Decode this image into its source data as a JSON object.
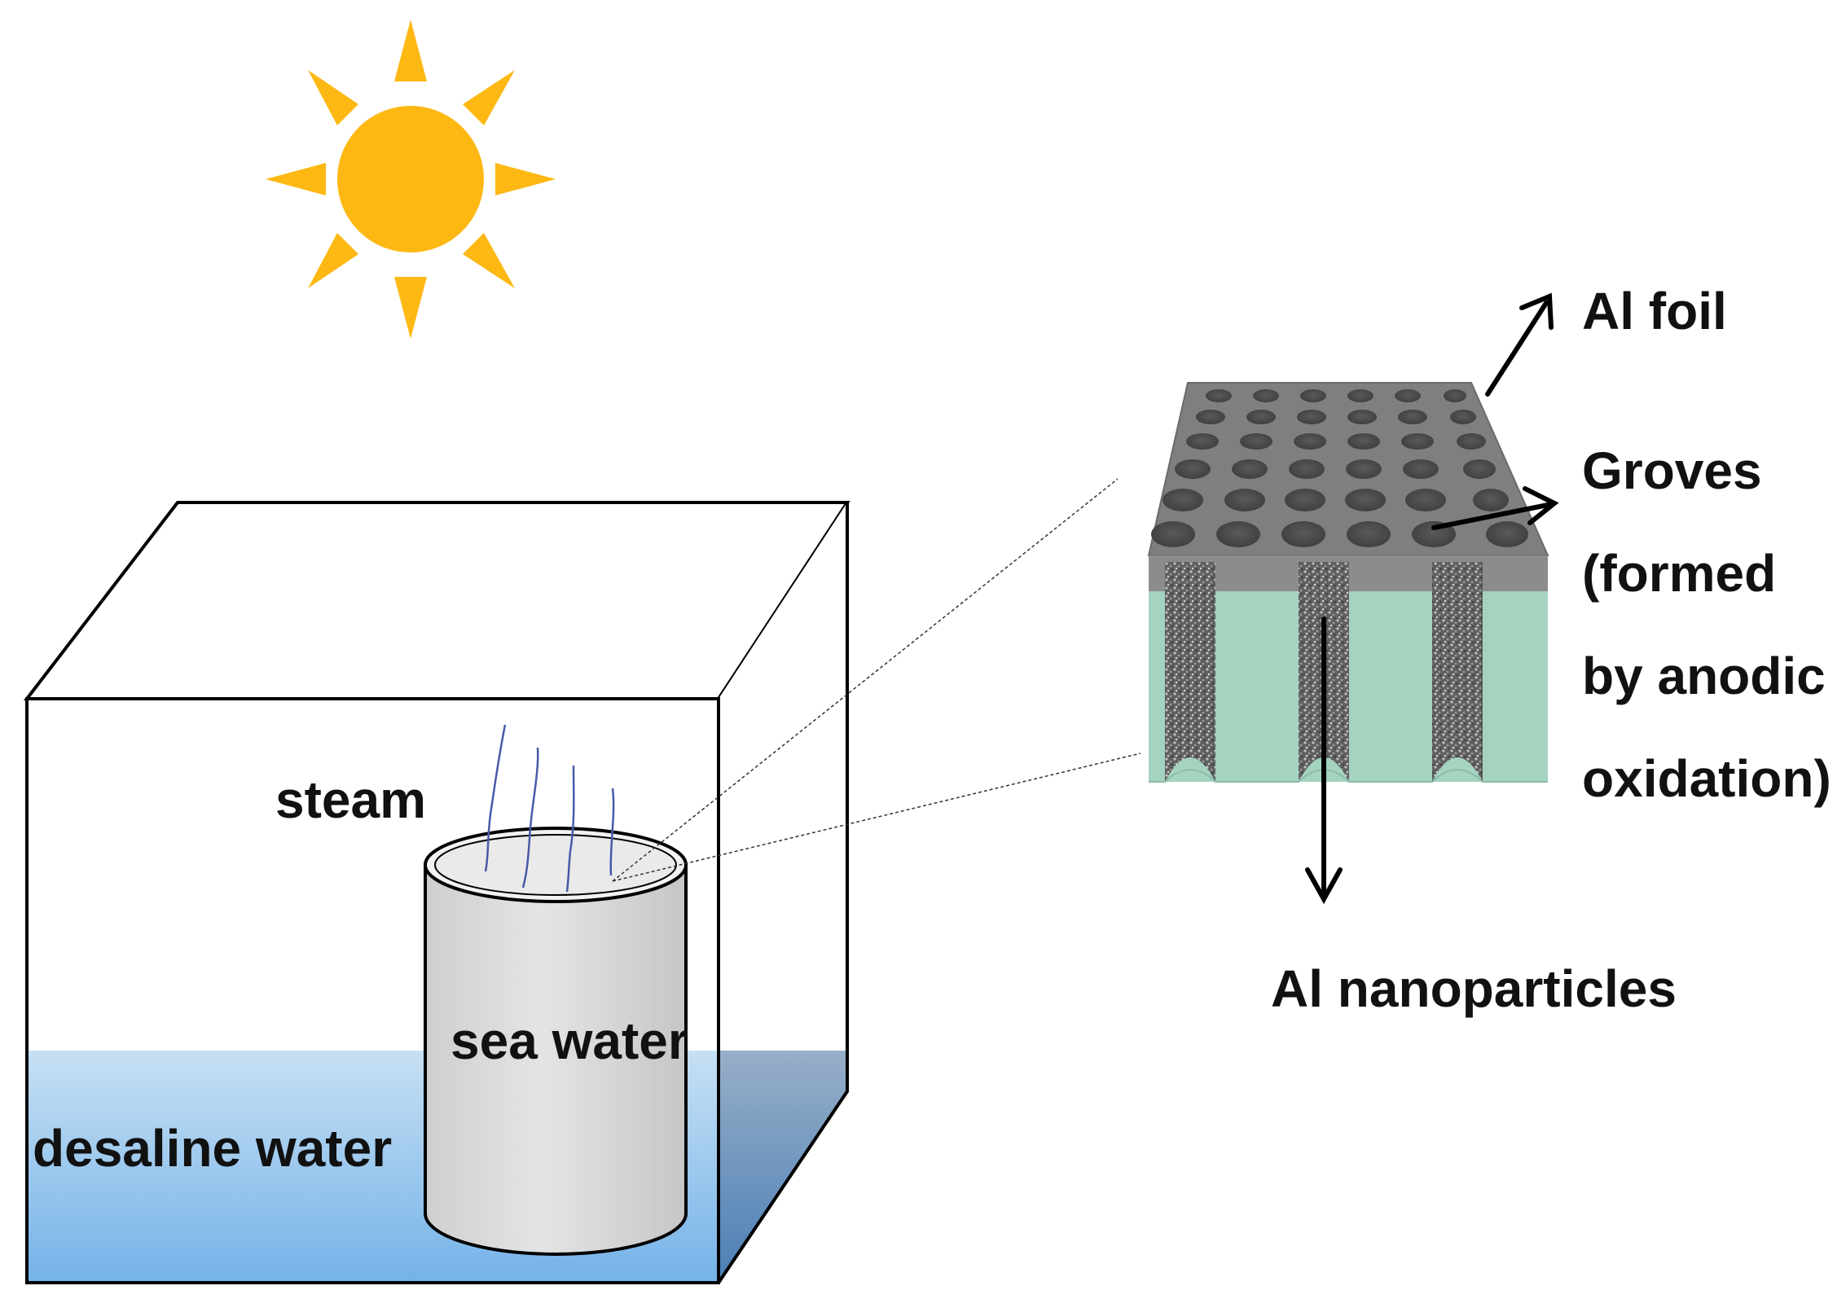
{
  "labels": {
    "steam": "steam",
    "sea_water": "sea water",
    "desaline_water": "desaline water",
    "al_foil": "Al foil",
    "groves_line1": "Groves",
    "groves_line2": "(formed",
    "groves_line3": "by anodic",
    "groves_line4": "oxidation)",
    "al_nanoparticles": "Al nanoparticles"
  },
  "colors": {
    "sun": "#FDB813",
    "water_light": "#C3DEF2",
    "water_dark": "#7EA7CF",
    "cylinder": "#DADADA",
    "foil_top": "#7F7F7F",
    "foil_side": "#A4D3C0",
    "nanoparticles": "#6E6E6E",
    "steam": "#4A5AA8"
  },
  "icons": {
    "sun": "sun-icon"
  }
}
